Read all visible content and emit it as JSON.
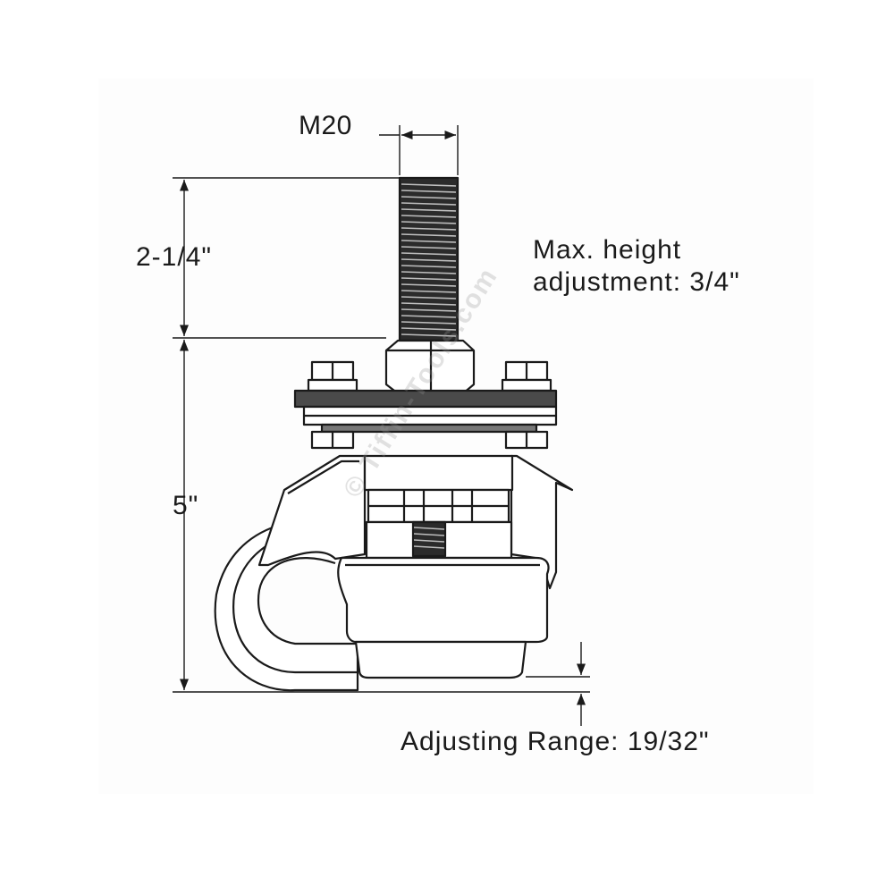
{
  "dimensions": {
    "thread_size": "M20",
    "stud_length": "2-1/4\"",
    "overall_height": "5\"",
    "max_height_adjustment_line1": "Max. height",
    "max_height_adjustment_line2": "adjustment: 3/4\"",
    "adjusting_range": "Adjusting Range: 19/32\""
  },
  "watermark": {
    "text": "© Tiffin-Tools.com"
  },
  "colors": {
    "line": "#1a1a1a",
    "background": "#ffffff"
  }
}
